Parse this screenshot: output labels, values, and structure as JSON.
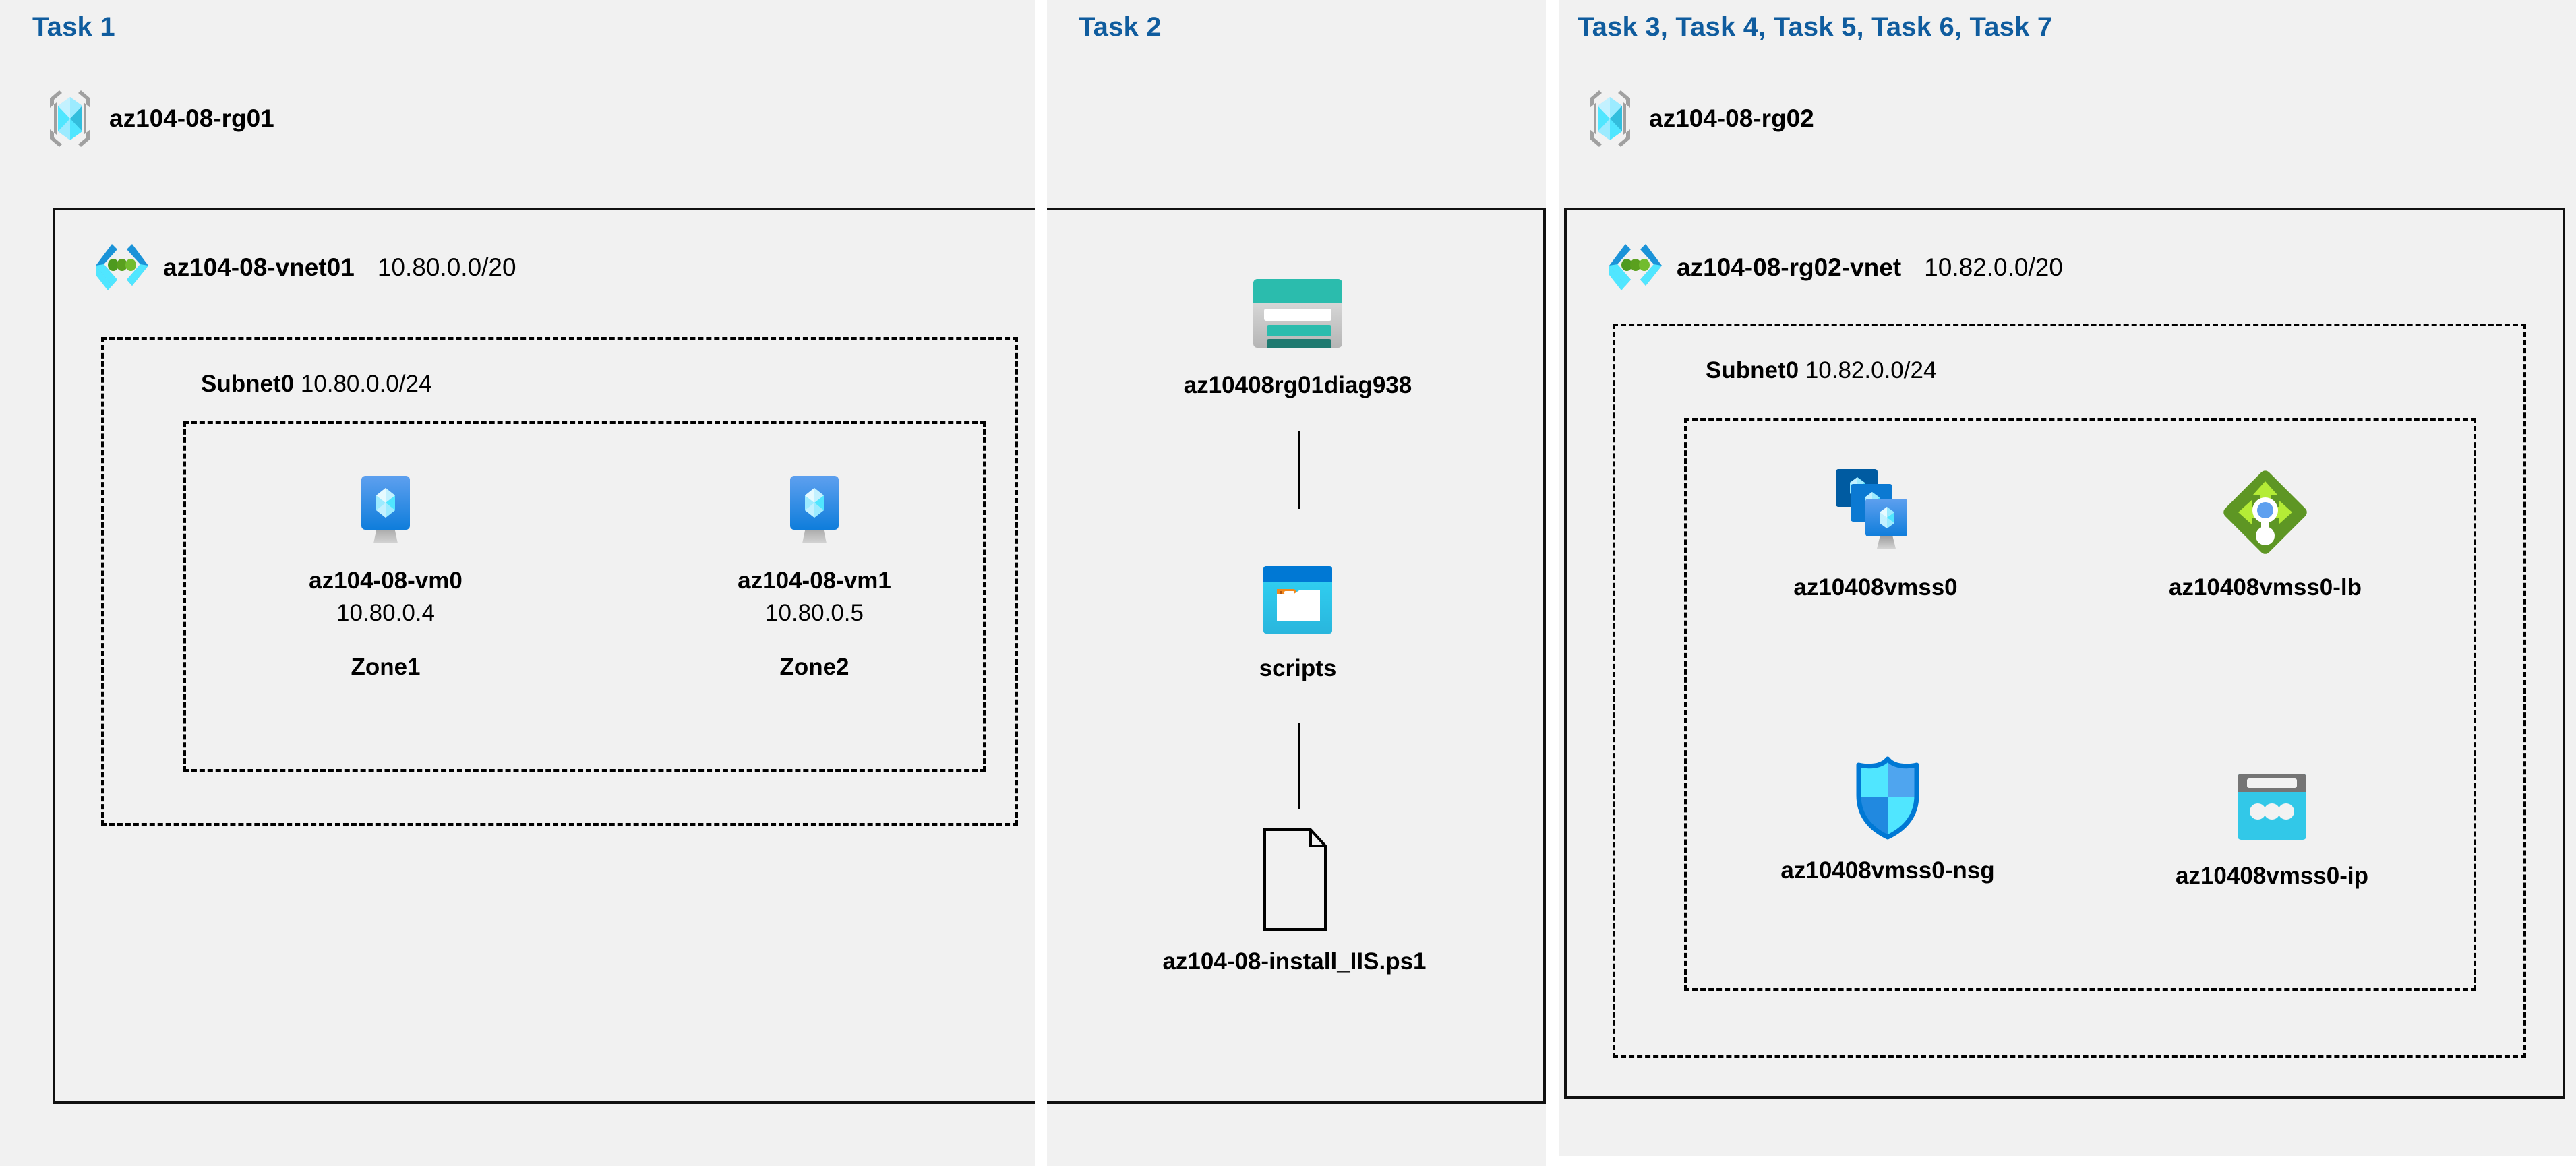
{
  "tasks": {
    "task1_title": "Task 1",
    "task2_title": "Task 2",
    "task3_title": "Task 3, Task 4, Task 5, Task 6, Task 7"
  },
  "colors": {
    "task_title": "#0f5c9e",
    "panel_bg": "#f1f1f1",
    "border": "#111111",
    "azure_blue": "#0078d4",
    "azure_cyan": "#50e6ff",
    "storage_teal": "#2bbcad",
    "lb_green": "#5e9624",
    "nsg_blue": "#0078d4"
  },
  "task1": {
    "resource_group": {
      "icon": "resource-group-icon",
      "name": "az104-08-rg01"
    },
    "vnet": {
      "icon": "virtual-network-icon",
      "name": "az104-08-vnet01",
      "cidr": "10.80.0.0/20"
    },
    "subnet": {
      "label": "Subnet0",
      "cidr": "10.80.0.0/24"
    },
    "vms": [
      {
        "icon": "virtual-machine-icon",
        "name": "az104-08-vm0",
        "ip": "10.80.0.4",
        "zone": "Zone1"
      },
      {
        "icon": "virtual-machine-icon",
        "name": "az104-08-vm1",
        "ip": "10.80.0.5",
        "zone": "Zone2"
      }
    ]
  },
  "task2": {
    "storage_account": {
      "icon": "storage-account-icon",
      "name": "az10408rg01diag938"
    },
    "container": {
      "icon": "blob-container-icon",
      "name": "scripts"
    },
    "file": {
      "icon": "file-icon",
      "name": "az104-08-install_IIS.ps1"
    }
  },
  "task3to7": {
    "resource_group": {
      "icon": "resource-group-icon",
      "name": "az104-08-rg02"
    },
    "vnet": {
      "icon": "virtual-network-icon",
      "name": "az104-08-rg02-vnet",
      "cidr": "10.82.0.0/20"
    },
    "subnet": {
      "label": "Subnet0",
      "cidr": "10.82.0.0/24"
    },
    "resources": [
      {
        "icon": "vm-scale-set-icon",
        "name": "az10408vmss0"
      },
      {
        "icon": "load-balancer-icon",
        "name": "az10408vmss0-lb"
      },
      {
        "icon": "network-security-group-icon",
        "name": "az10408vmss0-nsg"
      },
      {
        "icon": "public-ip-address-icon",
        "name": "az10408vmss0-ip"
      }
    ]
  }
}
